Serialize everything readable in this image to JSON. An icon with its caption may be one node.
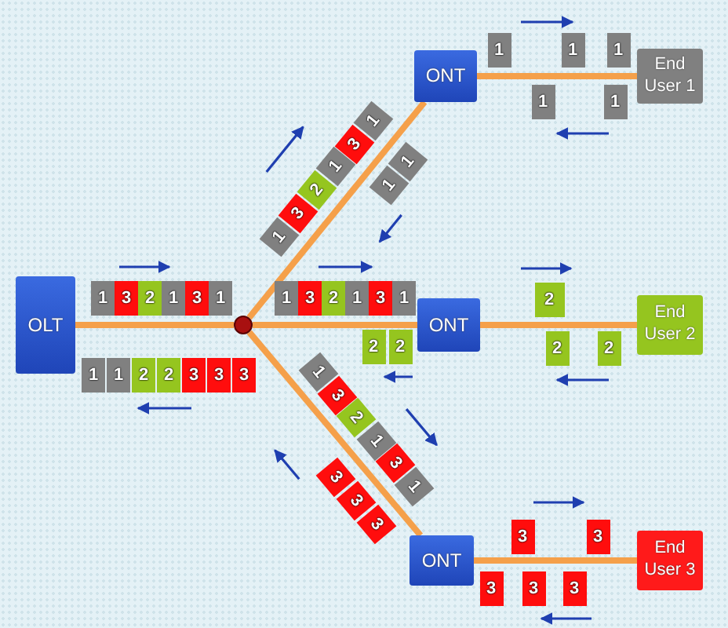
{
  "diagram": {
    "nodes": [
      {
        "text": [
          "OLT"
        ]
      },
      {
        "text": [],
        "shape": "circle"
      },
      {
        "text": [
          "ONT"
        ]
      },
      {
        "text": [
          "ONT"
        ]
      },
      {
        "text": [
          "ONT"
        ]
      },
      {
        "text": [
          "End User 1"
        ]
      },
      {
        "text": [
          "End User 2"
        ]
      },
      {
        "text": [
          "End User 3"
        ]
      },
      {
        "text": [
          "1"
        ]
      },
      {
        "text": [
          "3"
        ]
      },
      {
        "text": [
          "2"
        ]
      },
      {
        "text": [
          "1"
        ]
      },
      {
        "text": [
          "3"
        ]
      },
      {
        "text": [
          "1"
        ]
      },
      {
        "text": [
          "1"
        ]
      },
      {
        "text": [
          "1"
        ]
      },
      {
        "text": [
          "2"
        ]
      },
      {
        "text": [
          "2"
        ]
      },
      {
        "text": [
          "3"
        ]
      },
      {
        "text": [
          "3"
        ]
      },
      {
        "text": [
          "3"
        ]
      },
      {
        "text": [
          "1"
        ]
      },
      {
        "text": [
          "3"
        ]
      },
      {
        "text": [
          "2"
        ]
      },
      {
        "text": [
          "1"
        ]
      },
      {
        "text": [
          "3"
        ]
      },
      {
        "text": [
          "1"
        ]
      },
      {
        "text": [
          "1"
        ]
      },
      {
        "text": [
          "1"
        ]
      },
      {
        "text": [
          "1"
        ]
      },
      {
        "text": [
          "3"
        ]
      },
      {
        "text": [
          "2"
        ]
      },
      {
        "text": [
          "1"
        ]
      },
      {
        "text": [
          "3"
        ]
      },
      {
        "text": [
          "1"
        ]
      },
      {
        "text": [
          "2"
        ]
      },
      {
        "text": [
          "2"
        ]
      },
      {
        "text": [
          "1"
        ]
      },
      {
        "text": [
          "3"
        ]
      },
      {
        "text": [
          "2"
        ]
      },
      {
        "text": [
          "1"
        ]
      },
      {
        "text": [
          "3"
        ]
      },
      {
        "text": [
          "1"
        ]
      },
      {
        "text": [
          "3"
        ]
      },
      {
        "text": [
          "3"
        ]
      },
      {
        "text": [
          "3"
        ]
      },
      {
        "text": [
          "1"
        ]
      },
      {
        "text": [
          "1"
        ]
      },
      {
        "text": [
          "1"
        ]
      },
      {
        "text": [
          "1"
        ]
      },
      {
        "text": [
          "1"
        ]
      },
      {
        "text": [
          "2"
        ]
      },
      {
        "text": [
          "2"
        ]
      },
      {
        "text": [
          "2"
        ]
      },
      {
        "text": [
          "3"
        ]
      },
      {
        "text": [
          "3"
        ]
      },
      {
        "text": [
          "3"
        ]
      },
      {
        "text": [
          "3"
        ]
      },
      {
        "text": [
          "3"
        ]
      }
    ],
    "edges": [
      {
        "from": 0,
        "to": 1,
        "arrow": "none"
      },
      {
        "from": 1,
        "to": 2,
        "arrow": "none"
      },
      {
        "from": 1,
        "to": 3,
        "arrow": "none"
      },
      {
        "from": 1,
        "to": 4,
        "arrow": "none"
      },
      {
        "from": 2,
        "to": 5,
        "arrow": "none"
      },
      {
        "from": 3,
        "to": 6,
        "arrow": "none"
      },
      {
        "from": 4,
        "to": 7,
        "arrow": "none"
      }
    ]
  }
}
